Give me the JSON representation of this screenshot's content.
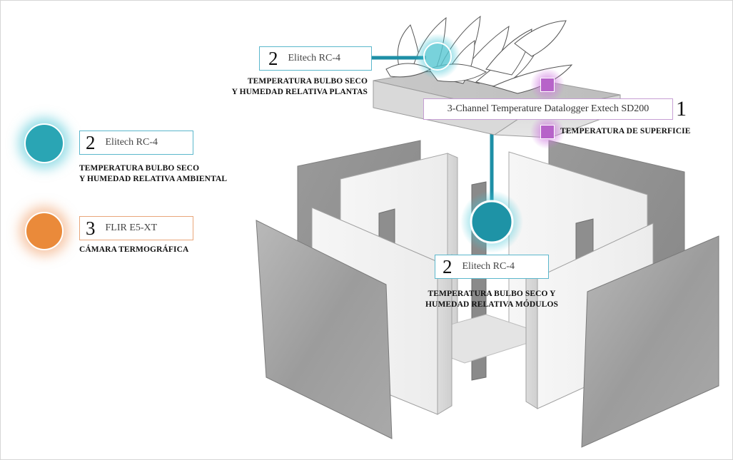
{
  "colors": {
    "teal": "#2aa5b4",
    "teal_line": "#1e8fa6",
    "orange": "#ea8a3a",
    "purple": "#b763c9",
    "box_teal_border": "#5bb7cc",
    "box_orange_border": "#e9a67a",
    "box_purple_border": "#c69fd4"
  },
  "sensors": {
    "plants": {
      "number": "2",
      "model": "Elitech RC-4",
      "caption_line1": "TEMPERATURA BULBO SECO",
      "caption_line2": "Y HUMEDAD RELATIVA PLANTAS"
    },
    "ambient": {
      "number": "2",
      "model": "Elitech RC-4",
      "caption_line1": "TEMPERATURA BULBO SECO",
      "caption_line2": "Y HUMEDAD RELATIVA AMBIENTAL"
    },
    "camera": {
      "number": "3",
      "model": "FLIR E5-XT",
      "caption_line1": "CÁMARA TERMOGRÁFICA"
    },
    "datalogger": {
      "number": "1",
      "model": "3-Channel Temperature Datalogger Extech SD200",
      "caption_line1": "TEMPERATURA DE SUPERFICIE"
    },
    "modules": {
      "number": "2",
      "model": "Elitech RC-4",
      "caption_line1": "TEMPERATURA BULBO SECO Y",
      "caption_line2": "HUMEDAD RELATIVA MÓDULOS"
    }
  }
}
